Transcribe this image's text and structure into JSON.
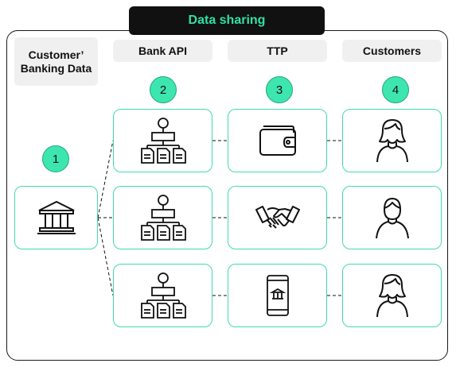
{
  "title": "Data sharing",
  "columns": {
    "customer_data": "Customer’ Banking Data",
    "bank_api": "Bank API",
    "ttp": "TTP",
    "customers": "Customers"
  },
  "steps": [
    "1",
    "2",
    "3",
    "4"
  ],
  "colors": {
    "accent": "#3de6ae",
    "border": "#3fdcaa",
    "title_bg": "#111111",
    "title_text": "#2fe0a6"
  },
  "icons": {
    "source": "bank-icon",
    "api": "hierarchy-documents-icon",
    "ttp": [
      "wallet-icon",
      "handshake-icon",
      "mobile-bank-icon"
    ],
    "customers": [
      "woman-icon",
      "man-icon",
      "woman-icon"
    ]
  }
}
